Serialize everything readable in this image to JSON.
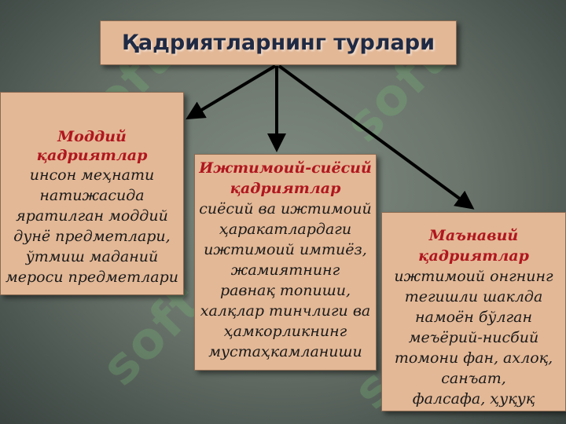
{
  "title": "Қадриятларнинг турлари",
  "watermark": "soft",
  "colors": {
    "box_fill": "#e3b896",
    "title_text": "#1f2a44",
    "heading_text": "#b0161e",
    "arrow": "#000000"
  },
  "boxes": [
    {
      "heading": "Моддий қадриятлар",
      "text": [
        "инсон меҳнати",
        "натижасида",
        "яратилган моддий",
        "дунё предметлари,",
        "ўтмиш маданий",
        "мероси предметлари"
      ]
    },
    {
      "heading": [
        "Ижтимоий-сиёсий",
        "қадриятлар"
      ],
      "text": [
        "сиёсий ва ижтимоий",
        "ҳаракатлардаги",
        "ижтимоий имтиёз,",
        "жамиятнинг",
        "равнақ топиши,",
        "халқлар тинчлиги ва",
        "ҳамкорликнинг",
        "мустаҳкамланиши"
      ]
    },
    {
      "heading": [
        "Маънавий",
        "қадриятлар"
      ],
      "text": [
        "ижтимоий онгнинг",
        "тегишли шаклда",
        "намоён бўлган",
        "меъёрий-нисбий",
        "томони фан, ахлоқ,",
        "санъат,",
        "фалсафа, ҳуқуқ"
      ]
    }
  ]
}
